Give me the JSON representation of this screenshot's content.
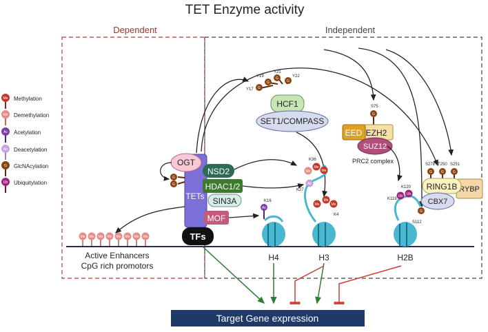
{
  "title": "TET Enzyme activity",
  "sections": {
    "dependent": "Dependent",
    "independent": "Independent"
  },
  "legend": [
    {
      "abbr": "Me",
      "label": "Methylation",
      "color": "#c0392b",
      "kind": "circle"
    },
    {
      "abbr": "Me",
      "label": "Demethylation",
      "color": "#e88a85",
      "kind": "circle"
    },
    {
      "abbr": "Ac",
      "label": "Acetylation",
      "color": "#7b3fa8",
      "kind": "circle"
    },
    {
      "abbr": "Ac",
      "label": "Deacetylation",
      "color": "#c3a6de",
      "kind": "circle"
    },
    {
      "abbr": "G",
      "label": "GlcNAcylation",
      "color": "#8b4513",
      "kind": "circle"
    },
    {
      "abbr": "Ub",
      "label": "Ubiquitylation",
      "color": "#a0227e",
      "kind": "circle"
    }
  ],
  "proteins": {
    "ogt": "OGT",
    "tets": "TETs",
    "nsd2": "NSD2",
    "hdac": "HDAC1/2",
    "sin3a": "SIN3A",
    "mof": "MOF",
    "tfs": "TFs",
    "hcf1": "HCF1",
    "set1": "SET1/COMPASS",
    "eed": "EED",
    "ezh2": "EZH2",
    "suz12": "SUZ12",
    "prc2": "PRC2 complex",
    "ring1b": "RING1B",
    "cbx7": "CBX7",
    "rybp": "RYBP"
  },
  "sites": {
    "hcf1": [
      "Y19",
      "Y21",
      "Y22",
      "Y17"
    ],
    "ezh2": "S75",
    "ring1b": [
      "S278",
      "T250",
      "S251"
    ],
    "h3": [
      "K36",
      "K27",
      "K4"
    ],
    "h4": "K16",
    "h2b": [
      "K120",
      "K119",
      "S112"
    ]
  },
  "mark_abbr": {
    "me": "Me",
    "ac": "Ac",
    "g": "G",
    "ub": "Ub"
  },
  "enhancers": [
    "Active Enhancers",
    "CpG rich promotors"
  ],
  "histones": {
    "h4": "H4",
    "h3": "H3",
    "h2b": "H2B"
  },
  "target": "Target Gene expression",
  "colors": {
    "dependent_border": "#b03a2e",
    "dependent_text": "#a93226",
    "target_bg": "#1f3a68",
    "tets": "#7b6fd8",
    "ogt": "#f7c9d6",
    "nsd2": "#2e6b57",
    "hdac": "#3d7a2e",
    "sin3a": "#d8ecea",
    "mof": "#c45a7a",
    "hcf1": "#c8e6b4",
    "set1": "#d7dbf0",
    "eed": "#e0a020",
    "ezh2": "#f5e0a6",
    "suz12": "#b0507a",
    "ring1b": "#fbf2c2",
    "cbx7": "#d7dbf0",
    "rybp": "#f3d7a8",
    "nucleosome": "#49b7d0",
    "arrow_green": "#2e7d32",
    "inhibit_red": "#d23b2e"
  }
}
